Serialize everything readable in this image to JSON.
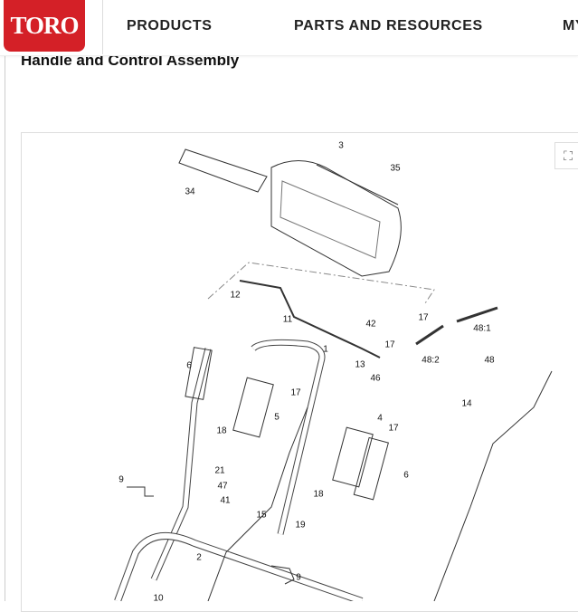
{
  "header": {
    "logo": "TORO",
    "nav": [
      "PRODUCTS",
      "PARTS AND RESOURCES",
      "MY"
    ]
  },
  "page_title": "Handle and Control Assembly",
  "diagram": {
    "fullscreen_icon": "fullscreen-icon",
    "callouts": [
      "3",
      "35",
      "34",
      "12",
      "11",
      "42",
      "17",
      "48:1",
      "1",
      "17",
      "13",
      "46",
      "48:2",
      "48",
      "6",
      "17",
      "14",
      "5",
      "18",
      "4",
      "17",
      "21",
      "47",
      "41",
      "9",
      "6",
      "18",
      "15",
      "19",
      "2",
      "9",
      "10"
    ]
  }
}
